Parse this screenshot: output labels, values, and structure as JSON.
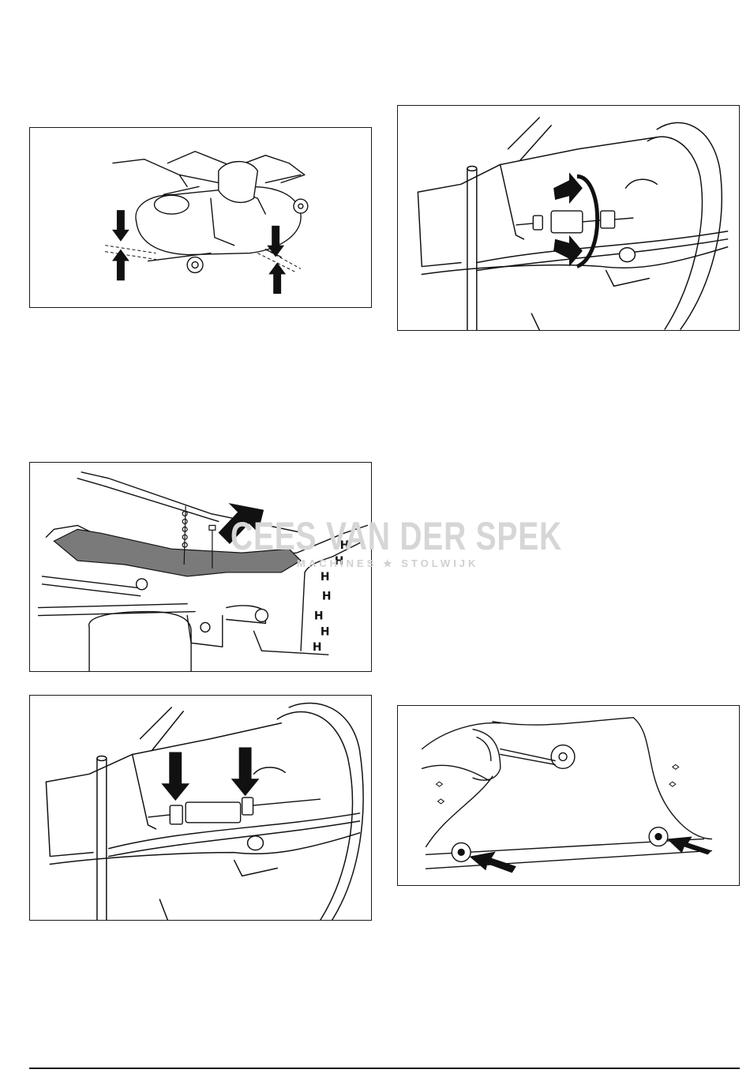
{
  "watermark": {
    "main": "CEES VAN DER SPEK",
    "sub": "MACHINES ★ STOLWIJK"
  },
  "figures": [
    {
      "subject": "mower-deck-chassis",
      "arrows": "down-up pairs at both sides"
    },
    {
      "subject": "adjustment-rod-turnbuckle",
      "arrows": "rotation"
    },
    {
      "subject": "deck-under-chassis-pin",
      "arrows": "single pointer"
    },
    {
      "subject": "adjustment-rod-nuts",
      "arrows": "two down pointers"
    },
    {
      "subject": "deck-bolts-wrench",
      "arrows": "two pointers"
    }
  ]
}
